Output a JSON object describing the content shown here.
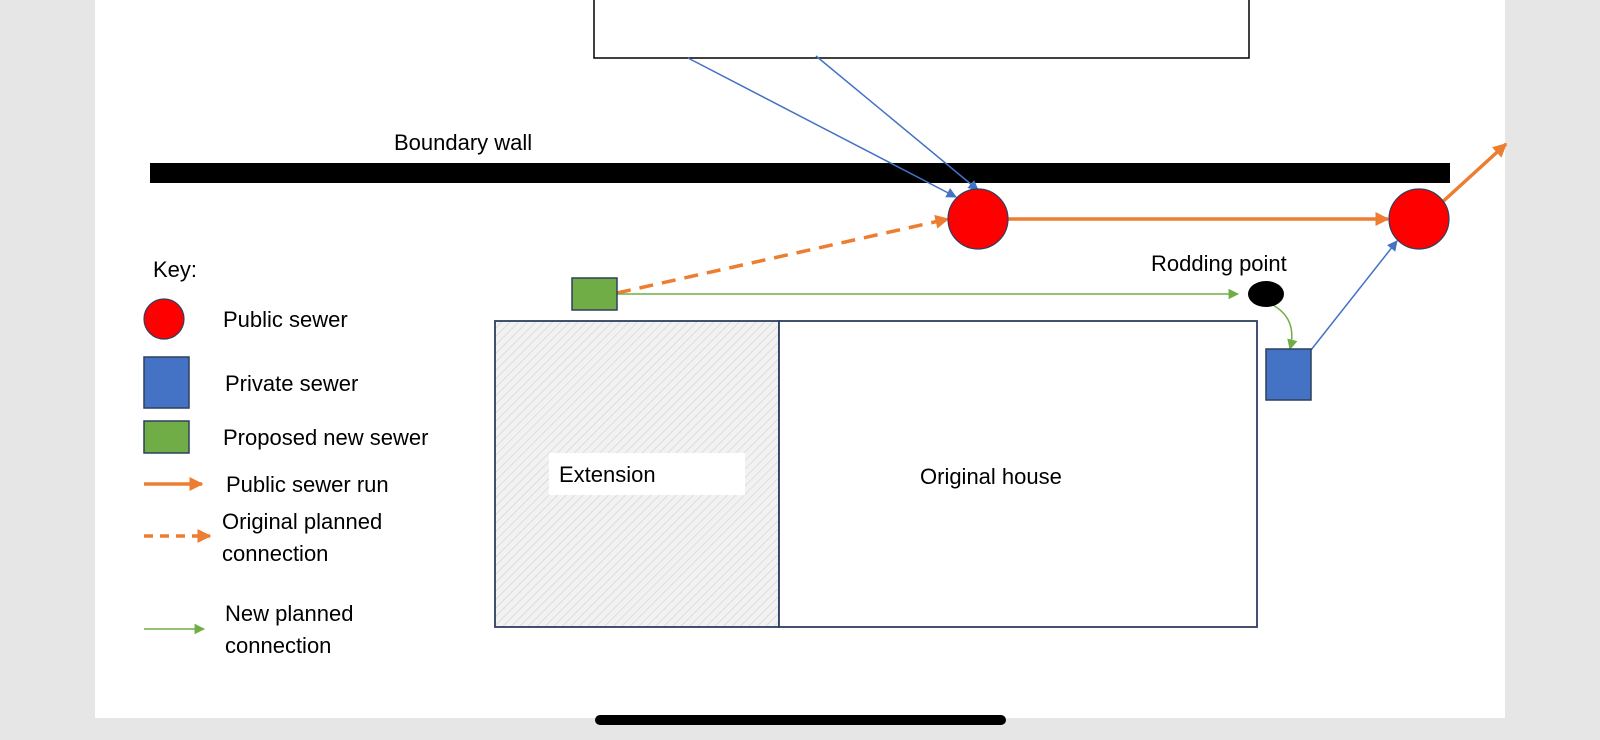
{
  "labels": {
    "boundary_wall": "Boundary wall",
    "rodding_point": "Rodding point",
    "extension": "Extension",
    "original_house": "Original house"
  },
  "key": {
    "title": "Key:",
    "public_sewer": "Public sewer",
    "private_sewer": "Private sewer",
    "proposed_new_sewer": "Proposed new sewer",
    "public_sewer_run": "Public sewer run",
    "original_planned_connection": [
      "Original planned",
      "connection"
    ],
    "new_planned_connection": [
      "New planned",
      "connection"
    ]
  },
  "colors": {
    "public_sewer": "#ff0000",
    "private_sewer": "#4472c4",
    "proposed_new_sewer": "#70ad47",
    "public_sewer_run": "#ed7d31",
    "new_connection": "#70ad47",
    "private_connection": "#4472c4",
    "boundary_wall": "#000000",
    "rodding_point": "#000000",
    "outline": "#2f3f5f"
  }
}
